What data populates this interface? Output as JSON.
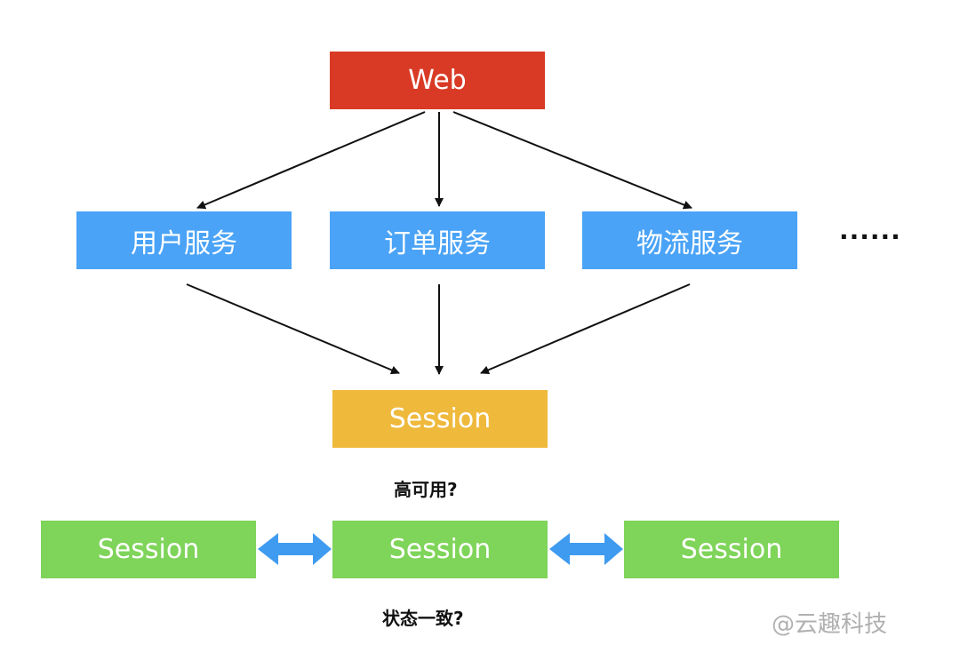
{
  "colors": {
    "web": "#d93a25",
    "service": "#4aa3f6",
    "session_main": "#efb93c",
    "session_node": "#7fd45a",
    "sync_arrow": "#3f9bf0",
    "arrow": "#111111"
  },
  "nodes": {
    "web": "Web",
    "user_service": "用户服务",
    "order_service": "订单服务",
    "logistics_service": "物流服务",
    "more": "······",
    "session_main": "Session",
    "session_a": "Session",
    "session_b": "Session",
    "session_c": "Session"
  },
  "labels": {
    "high_availability": "高可用?",
    "consistency": "状态一致?"
  },
  "watermark": "@云趣科技",
  "edges": [
    {
      "from": "web",
      "to": "user_service"
    },
    {
      "from": "web",
      "to": "order_service"
    },
    {
      "from": "web",
      "to": "logistics_service"
    },
    {
      "from": "user_service",
      "to": "session_main"
    },
    {
      "from": "order_service",
      "to": "session_main"
    },
    {
      "from": "logistics_service",
      "to": "session_main"
    },
    {
      "from": "session_a",
      "to": "session_b",
      "bidirectional": true
    },
    {
      "from": "session_b",
      "to": "session_c",
      "bidirectional": true
    }
  ]
}
